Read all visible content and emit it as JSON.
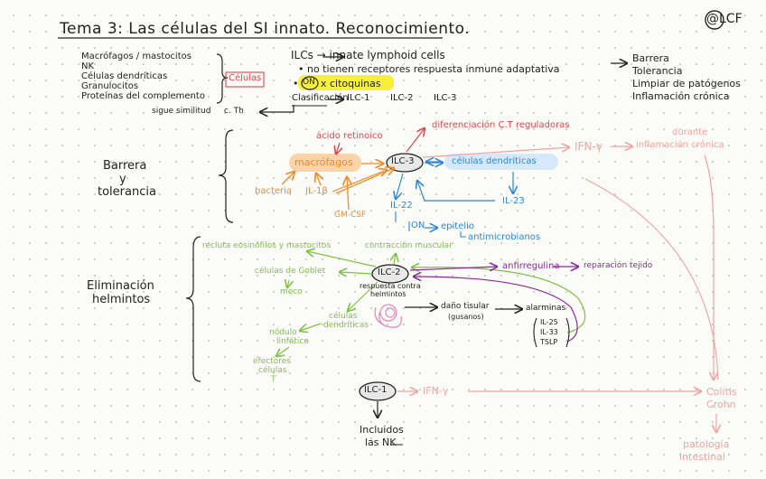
{
  "title": "Tema 3: Las células del SI innato. Reconocimiento.",
  "author_handle": "@LCF",
  "left_list": [
    "Macrófagos / mastocitos",
    "NK",
    "Células dendríticas",
    "Granulocitos",
    "Proteínas del complemento"
  ],
  "celulas_label": "Células",
  "ilc_header": {
    "line1": "ILCs → innate lymphoid cells",
    "line2": "• no tienen receptores respuesta inmune adaptativa",
    "line3_prefix": "•",
    "on": "ON",
    "line3_rest": "x citoquinas",
    "clasificacion": "Clasificación",
    "classes": [
      "ILC-1",
      "ILC-2",
      "ILC-3"
    ],
    "sigue": "sigue similitud",
    "cth": "c. Th"
  },
  "functions": [
    "Barrera",
    "Tolerancia",
    "Limpiar de patógenos",
    "Inflamación crónica"
  ],
  "barrier_section": {
    "label": [
      "Barrera",
      "y",
      "tolerancia"
    ],
    "acido": "ácido retinoico",
    "diferenciacion": "diferenciación C.T reguladoras",
    "ifn": "IFN-γ",
    "durante": "durante",
    "inflamacion": "inflamación crónica",
    "macrofagos": "macrófagos",
    "ilc3": "ILC-3",
    "dendriticas": "células dendríticas",
    "bacteria": "bacteria",
    "il1b": "IL-1β",
    "gmcsf": "GM-CSF",
    "il22": "IL-22",
    "il23": "IL-23",
    "on": "ON",
    "epitelio": "epitelio",
    "antimicrobianos": "antimicrobianos"
  },
  "helminth_section": {
    "label": [
      "Eliminación",
      "helmintos"
    ],
    "recluta": "recluta eosinófilos y mastocitos",
    "contraccion": "contracción muscular",
    "goblet": "células de Goblet",
    "moco": "moco",
    "ilc2": "ILC-2",
    "anfirregulina": "anfirregulina",
    "reparacion": "reparación tejido",
    "respuesta": [
      "respuesta contra",
      "helmintos"
    ],
    "dano": "daño tisular",
    "gusanos": "(gusanos)",
    "alarminas": "alarminas",
    "alarmin_list": [
      "IL-25",
      "IL-33",
      "TSLP"
    ],
    "celulas_dendriticas": [
      "células",
      "dendríticas"
    ],
    "nodulo": [
      "nódulo",
      "linfático"
    ],
    "efectores": [
      "efectores",
      "células",
      "T"
    ]
  },
  "ilc1_section": {
    "ilc1": "ILC-1",
    "ifn": "IFN-γ",
    "incluidos": "Incluidos",
    "las_nk": "las NK",
    "colitis": "Colitis",
    "crohn": "Crohn",
    "patologia": "patología",
    "intestinal": "intestinal"
  },
  "colors": {
    "orange": "#f08a2a",
    "red": "#e2454a",
    "pink": "#f2a39e",
    "blue": "#2f86d6",
    "green": "#7cc242",
    "purple": "#8a2a9a",
    "highlight_yellow": "#f7ef3a",
    "highlight_orange": "#fbd3a8",
    "highlight_blue": "#d6e9fb",
    "box_red": "#e2454a"
  }
}
